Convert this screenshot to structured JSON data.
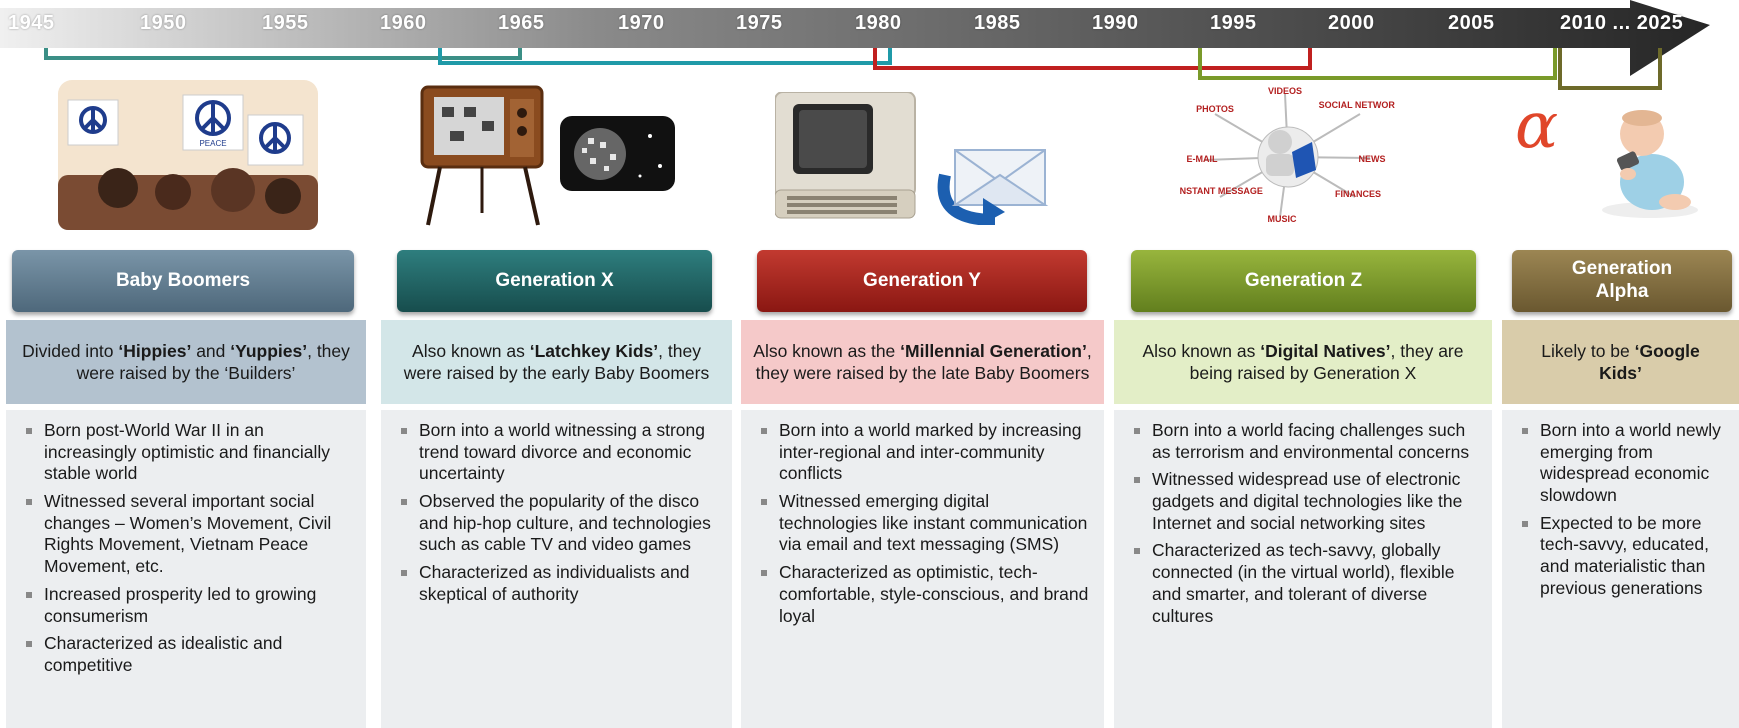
{
  "timeline": {
    "years": [
      "1945",
      "1950",
      "1955",
      "1960",
      "1965",
      "1970",
      "1975",
      "1980",
      "1985",
      "1990",
      "1995",
      "2000",
      "2005",
      "2010 ... 2025"
    ],
    "arrow_gradient": [
      "#f2f2f2",
      "#2a2a2a"
    ]
  },
  "spans": [
    {
      "generation": "Baby Boomers",
      "from": "1945",
      "to": "1965",
      "color": "#3b8f86"
    },
    {
      "generation": "Generation X",
      "from": "1962",
      "to": "1982",
      "color": "#1f9aa8"
    },
    {
      "generation": "Generation Y",
      "from": "1980",
      "to": "2000",
      "color": "#c0201f"
    },
    {
      "generation": "Generation Z",
      "from": "1995",
      "to": "2010",
      "color": "#7a9a2a"
    },
    {
      "generation": "Generation Alpha",
      "from": "2010",
      "to": "2025",
      "color": "#6d6a2a"
    }
  ],
  "illustrations": {
    "boomers": {
      "icon": "peace-protest-icon",
      "sign_text": "PEACE"
    },
    "genx": {
      "icons": [
        "television-icon",
        "disco-ball-icon"
      ]
    },
    "geny": {
      "icons": [
        "computer-icon",
        "email-envelope-icon"
      ]
    },
    "genz": {
      "icon": "social-network-hub-icon",
      "labels": [
        "VIDEOS",
        "PHOTOS",
        "SOCIAL NETWORK",
        "E-MAIL",
        "NEWS",
        "INSTANT MESSAGE",
        "FINANCES",
        "MUSIC"
      ]
    },
    "alpha": {
      "icons": [
        "alpha-symbol-icon",
        "baby-with-tablet-icon"
      ],
      "symbol": "α"
    }
  },
  "generations": [
    {
      "id": "boomers",
      "title": "Baby Boomers",
      "header_color": "#5f7a8c",
      "desc_bg": "#b3c2cf",
      "desc": [
        "Divided into ",
        "‘Hippies’",
        " and ",
        "‘Yuppies’",
        ", they were raised by the ‘Builders’"
      ],
      "bullets": [
        "Born post-World War II in an increasingly optimistic and financially stable world",
        "Witnessed several important social changes – Women’s Movement, Civil Rights Movement, Vietnam Peace Movement, etc.",
        "Increased prosperity led to growing consumerism",
        "Characterized as idealistic and competitive"
      ]
    },
    {
      "id": "genx",
      "title": "Generation X",
      "header_color": "#1c5f5f",
      "desc_bg": "#d3e6e8",
      "desc": [
        "Also known as ",
        "‘Latchkey Kids’",
        ", they were raised by the early Baby Boomers"
      ],
      "bullets": [
        "Born into a world witnessing a strong trend toward divorce and economic uncertainty",
        "Observed the popularity of the disco and hip-hop culture, and technologies such as cable TV and video games",
        "Characterized as individualists and skeptical of authority"
      ]
    },
    {
      "id": "geny",
      "title": "Generation Y",
      "header_color": "#a8211b",
      "desc_bg": "#f5c9c9",
      "desc": [
        "Also known as the ",
        "‘Millennial Generation’",
        ", they were raised by the late Baby Boomers"
      ],
      "bullets": [
        "Born into a world marked by increasing inter-regional and inter-community conflicts",
        "Witnessed emerging digital technologies like instant communication via email and text messaging (SMS)",
        "Characterized as optimistic, tech-comfortable, style-conscious, and brand loyal"
      ]
    },
    {
      "id": "genz",
      "title": "Generation Z",
      "header_color": "#7a9a2a",
      "desc_bg": "#e3eec7",
      "desc": [
        "Also known as ",
        "‘Digital Natives’",
        ", they are being raised by Generation X"
      ],
      "bullets": [
        "Born into a world facing challenges such as terrorism and environmental concerns",
        "Witnessed widespread use of electronic gadgets and digital technologies like the Internet and social networking sites",
        "Characterized as tech-savvy, globally connected (in the virtual world), flexible and smarter, and tolerant of diverse cultures"
      ]
    },
    {
      "id": "alpha",
      "title": "Generation Alpha",
      "header_color": "#7e6a3e",
      "desc_bg": "#d9ccaa",
      "desc": [
        "Likely to be ",
        "‘Google Kids’",
        "",
        "",
        ""
      ],
      "bullets": [
        "Born into a world newly emerging from widespread economic slowdown",
        "Expected to be more tech-savvy, educated, and materialistic than previous generations"
      ]
    }
  ]
}
